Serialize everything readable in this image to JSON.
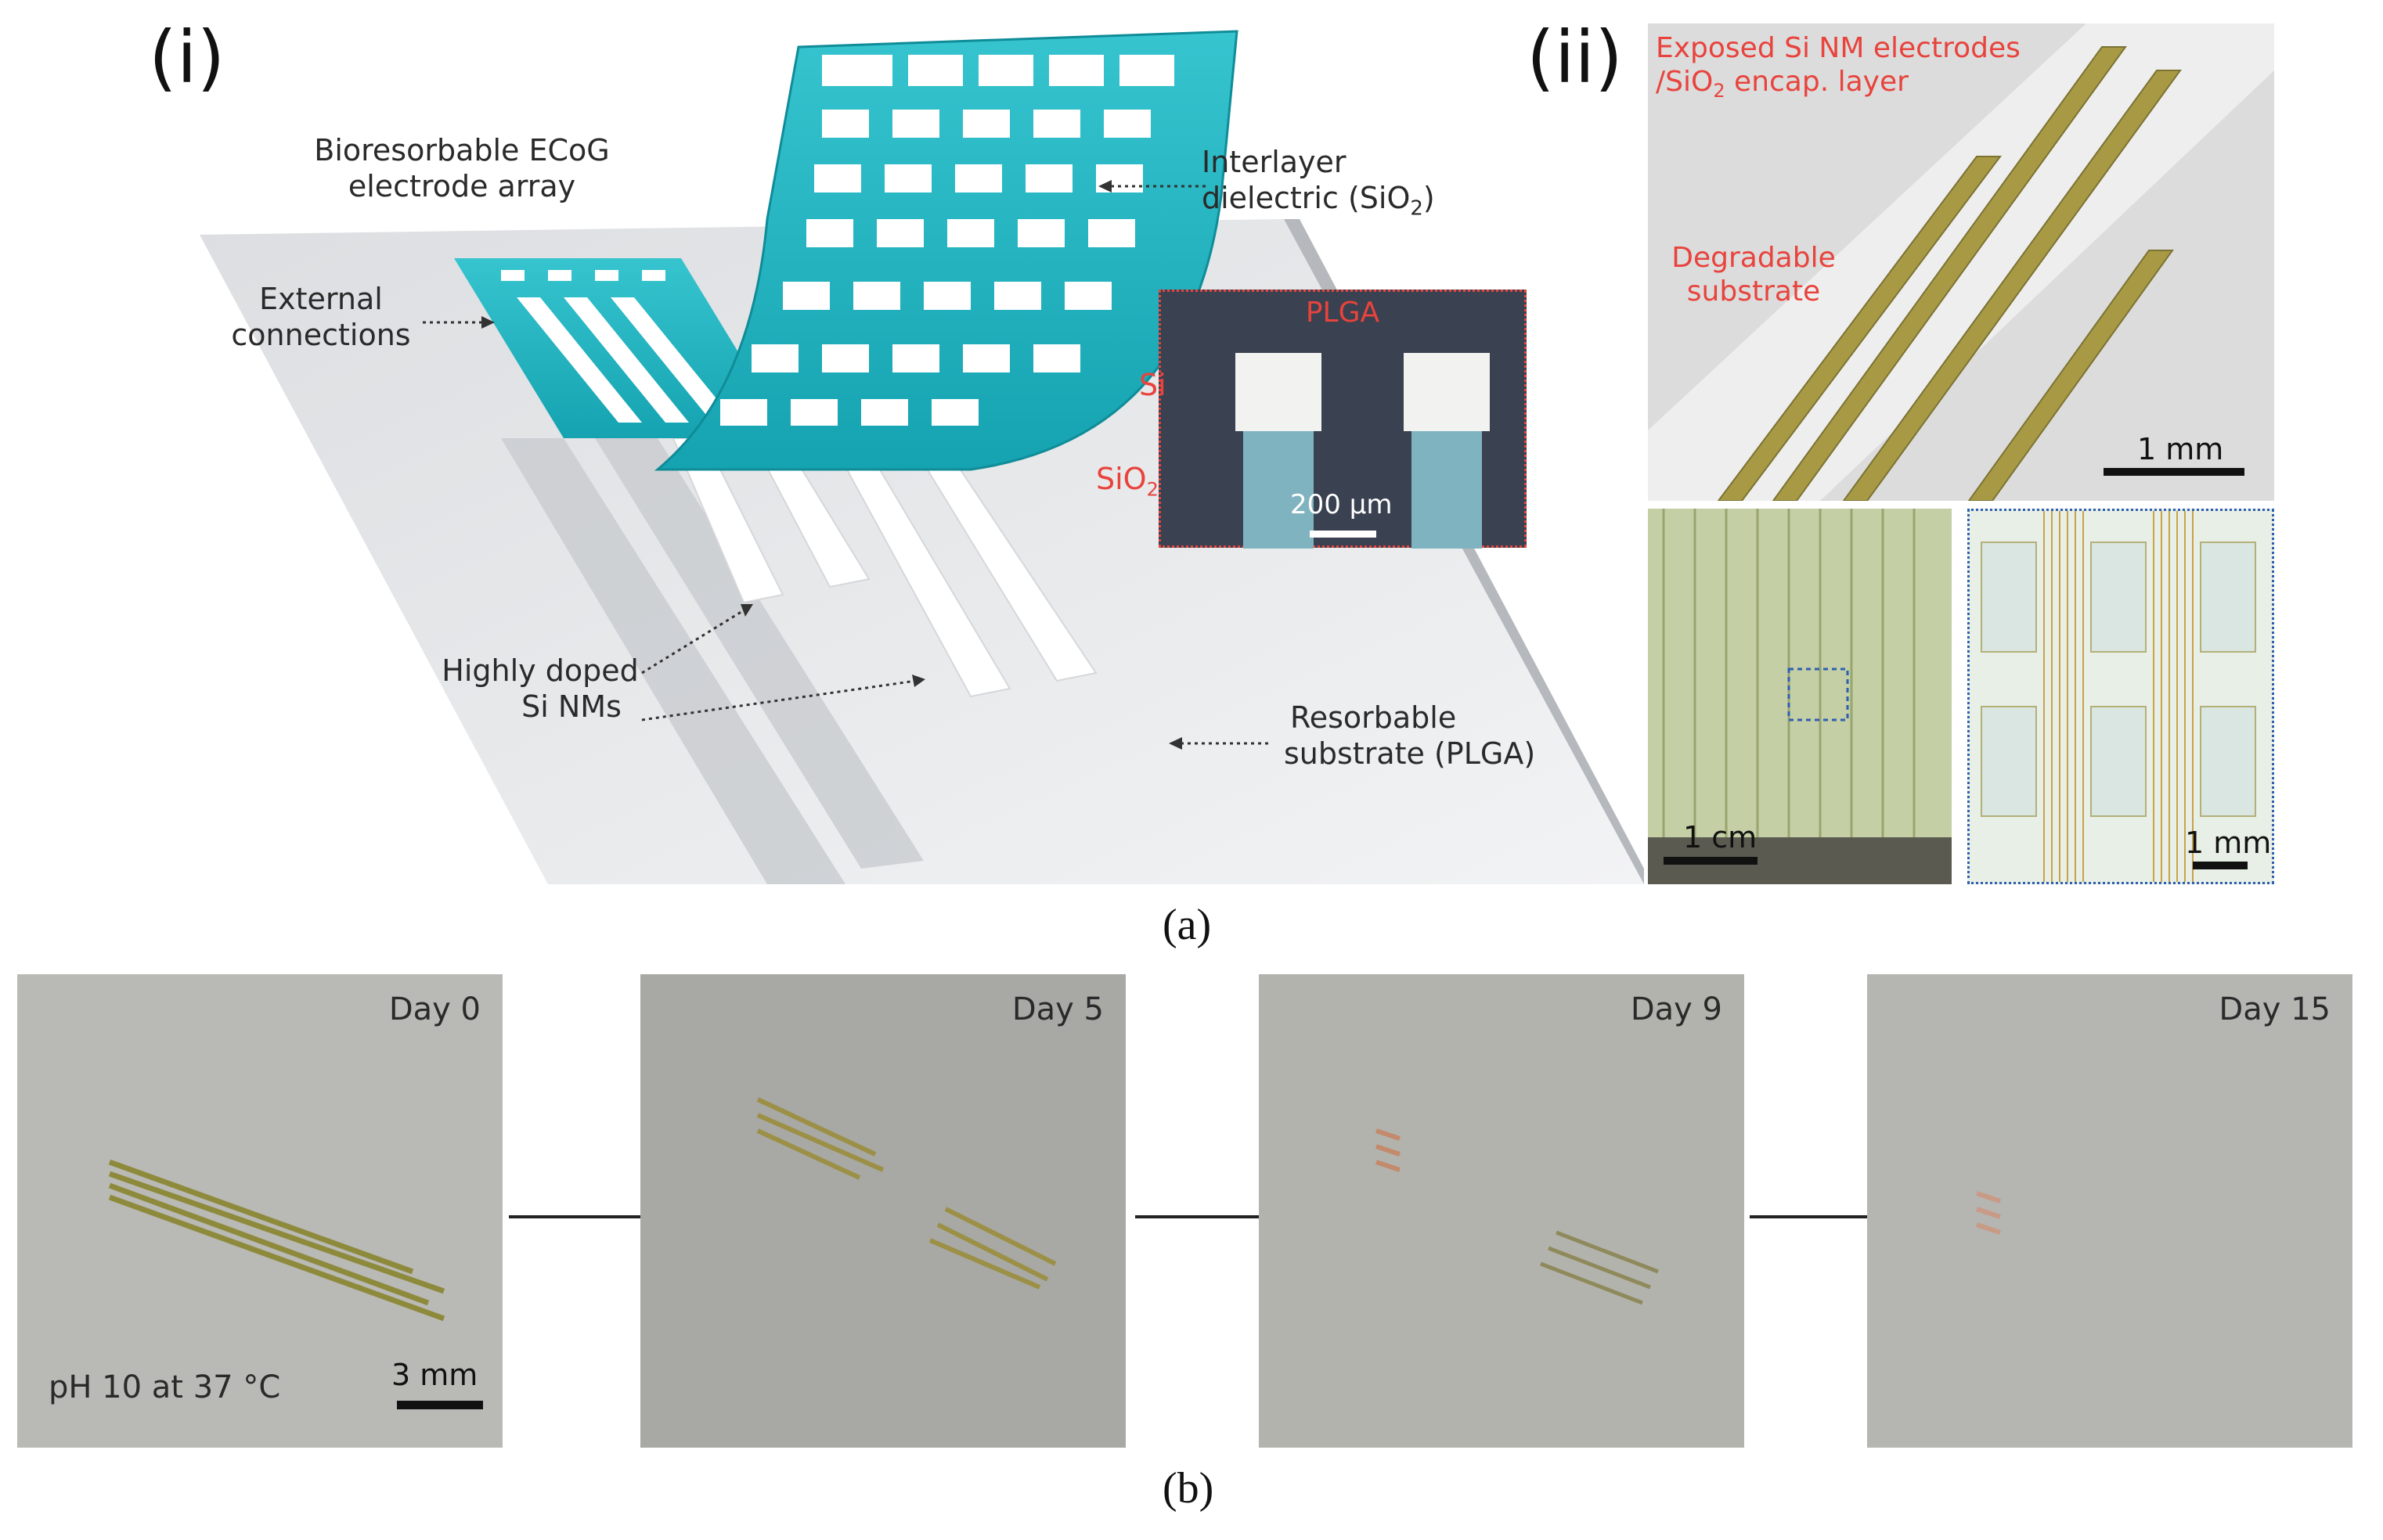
{
  "panel_a": {
    "caption": "(a)",
    "part_i": {
      "label": "(i)",
      "array_label_line1": "Bioresorbable ECoG",
      "array_label_line2": "electrode array",
      "external_line1": "External",
      "external_line2": "connections",
      "interlayer_line1": "Interlayer",
      "interlayer_line2": "dielectric (SiO",
      "interlayer_sub": "2",
      "interlayer_close": ")",
      "doped_line1": "Highly doped",
      "doped_line2": "Si NMs",
      "resorbable_line1": "Resorbable",
      "resorbable_line2": "substrate (PLGA)",
      "inset": {
        "title": "PLGA",
        "si_label": "Si",
        "sio2_label": "SiO",
        "sio2_sub": "2",
        "scale_label": "200 µm"
      }
    },
    "part_ii": {
      "label": "(ii)",
      "exposed_line1": "Exposed Si NM electrodes",
      "exposed_line2": "/SiO",
      "exposed_sub": "2",
      "exposed_line2_rest": " encap. layer",
      "degradable_line1": "Degradable",
      "degradable_line2": "substrate",
      "scale_top": "1 mm",
      "scale_bottom_left": "1 cm",
      "scale_bottom_right": "1 mm"
    }
  },
  "panel_b": {
    "caption": "(b)",
    "days": [
      {
        "label": "Day 0"
      },
      {
        "label": "Day 5"
      },
      {
        "label": "Day 9"
      },
      {
        "label": "Day 15"
      }
    ],
    "condition": "pH 10 at 37 °C",
    "scale_label": "3 mm"
  },
  "colors": {
    "array_cyan": "#1fb3c0",
    "annotation_red": "#e8433c",
    "electrode_gold": "#a89a45",
    "inset_bg": "#3a4150",
    "panel_gray": "#b9b9b5"
  }
}
